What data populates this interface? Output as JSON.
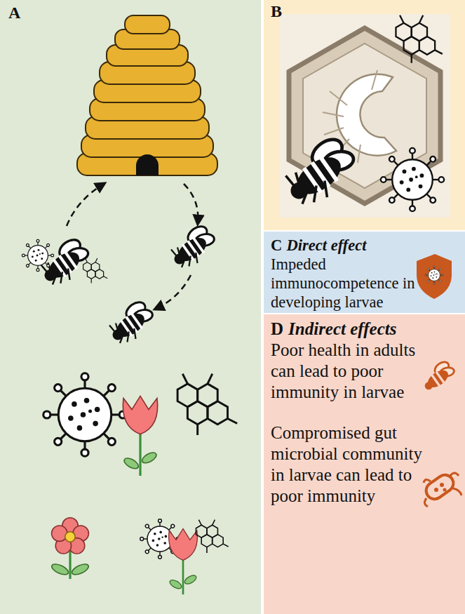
{
  "diagram": {
    "nodes": [
      {
        "text": [
          "A"
        ]
      },
      {
        "text": [
          "B"
        ]
      },
      {
        "text": [
          "C",
          "Direct effect",
          "Impeded immunocompetence in developing larvae"
        ]
      },
      {
        "text": [
          "D",
          "Indirect effects",
          "Poor health in adults can lead to poor immunity in larvae",
          "Compromised gut microbial community in larvae can lead to poor immunity"
        ]
      }
    ]
  }
}
